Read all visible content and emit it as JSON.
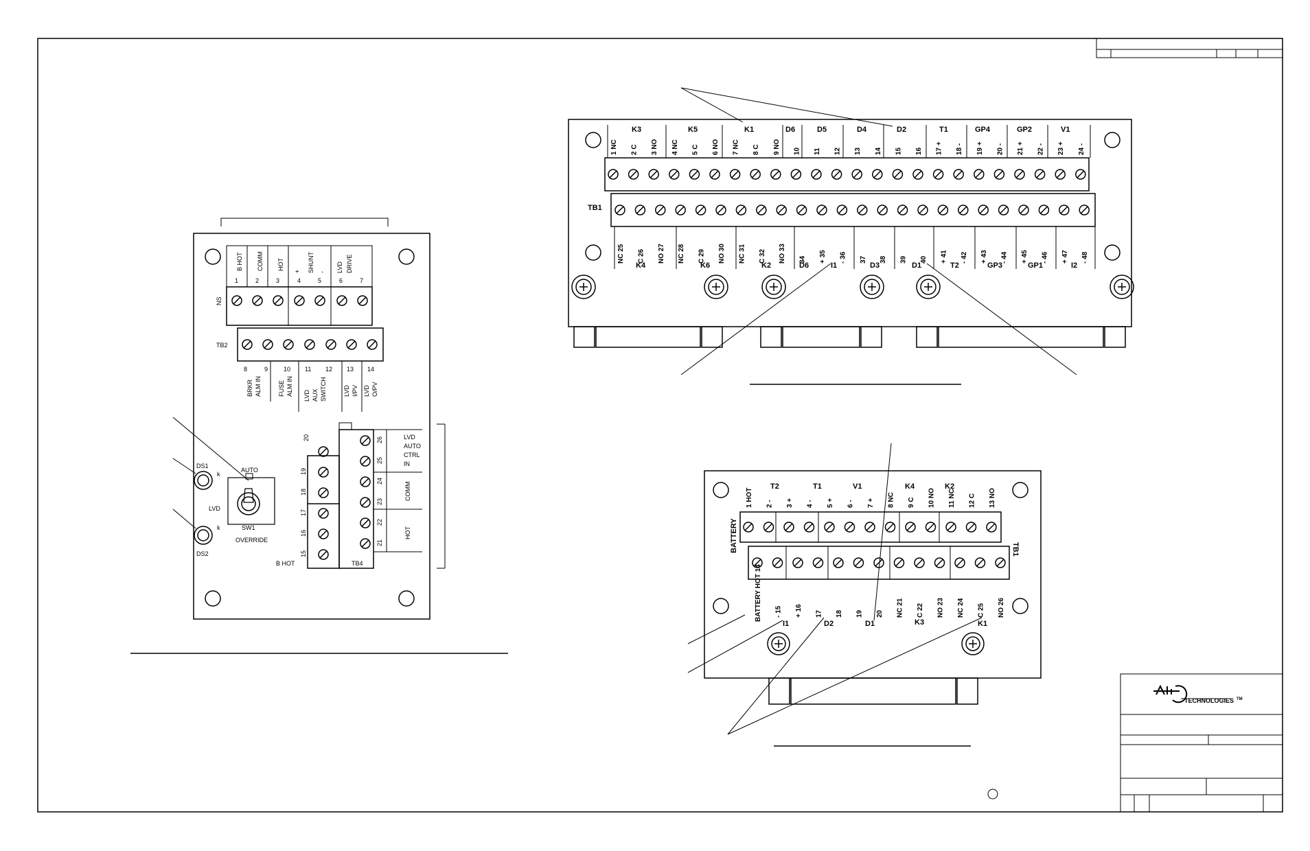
{
  "tb2_board": {
    "header_labels": [
      "B HOT",
      "COMM",
      "HOT",
      "+",
      "SHUNT",
      "-",
      "LVD",
      "DRIVE"
    ],
    "top_numbers": [
      "1",
      "2",
      "3",
      "4",
      "5",
      "6",
      "7"
    ],
    "ns_label": "NS",
    "tb2_label": "TB2",
    "bottom_numbers": [
      "8",
      "9",
      "10",
      "11",
      "12",
      "13",
      "14"
    ],
    "bottom_labels": [
      "BRKR",
      "ALM IN",
      "FUSE",
      "ALM IN",
      "LVD",
      "AUX",
      "SWITCH",
      "LVD",
      "I/PV",
      "LVD",
      "O/PV"
    ],
    "tb4_numbers": [
      "20",
      "19",
      "18",
      "17",
      "16",
      "15",
      "26",
      "25",
      "24",
      "23",
      "22",
      "21"
    ],
    "tb4_group_labels": [
      "LVD",
      "AUTO",
      "CTRL",
      "IN",
      "COMM",
      "HOT"
    ],
    "b_hot_label": "B HOT",
    "tb4_label": "TB4",
    "ds1": "DS1",
    "ds2": "DS2",
    "k1": "k",
    "k2": "k",
    "auto": "AUTO",
    "lvd": "LVD",
    "sw1": "SW1",
    "override": "OVERRIDE"
  },
  "tb1_board_large": {
    "top_groups": [
      "K3",
      "K5",
      "K1",
      "D6",
      "D5",
      "D4",
      "D2",
      "T1",
      "GP4",
      "GP2",
      "V1"
    ],
    "top_terminals": [
      "1 NC",
      "2 C",
      "3 NO",
      "4 NC",
      "5 C",
      "6 NO",
      "7 NC",
      "8 C",
      "9 NO",
      "10",
      "11",
      "12",
      "13",
      "14",
      "15",
      "16",
      "17 +",
      "18 -",
      "19 +",
      "20 -",
      "21 +",
      "22 -",
      "23 +",
      "24 -"
    ],
    "tb1_label": "TB1",
    "bottom_terminals": [
      "NC 25",
      "C 26",
      "NO 27",
      "NC 28",
      "C 29",
      "NO 30",
      "NC 31",
      "C 32",
      "NO 33",
      "34",
      "+ 35",
      "- 36",
      "37",
      "38",
      "39",
      "40",
      "+ 41",
      "- 42",
      "+ 43",
      "- 44",
      "+ 45",
      "- 46",
      "+ 47",
      "- 48"
    ],
    "bottom_groups": [
      "K4",
      "K6",
      "K2",
      "D6",
      "I1",
      "D3",
      "D1",
      "T2",
      "GP3",
      "GP1",
      "I2"
    ]
  },
  "tb1_board_small": {
    "top_groups": [
      "T2",
      "T1",
      "V1",
      "K4",
      "K2"
    ],
    "top_terminals": [
      "1 HOT",
      "2 -",
      "3 +",
      "4 -",
      "5 +",
      "6 -",
      "7 +",
      "8 NC",
      "9 C",
      "10 NO",
      "11 NC",
      "12 C",
      "13 NO"
    ],
    "battery_label": "BATTERY",
    "tb1_label": "TB1",
    "bottom_terminals": [
      "BATTERY HOT 14",
      "- 15",
      "+ 16",
      "17",
      "18",
      "19",
      "20",
      "NC 21",
      "C 22",
      "NO 23",
      "NC 24",
      "C 25",
      "NO 26"
    ],
    "bottom_groups": [
      "I1",
      "D2",
      "D1",
      "K3",
      "K1"
    ]
  },
  "title_block": {
    "logo_text": "TECHNOLOGIES",
    "trademark": "TM"
  }
}
